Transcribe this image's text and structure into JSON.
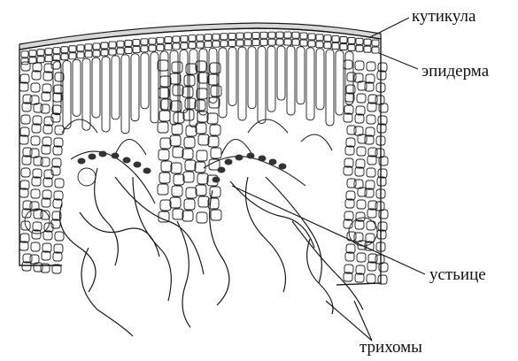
{
  "diagram": {
    "labels": {
      "cuticle": "кутикула",
      "epidermis": "эпидерма",
      "stomata": "устьице",
      "trichomes": "трихомы"
    },
    "colors": {
      "line": "#1a1a1a",
      "cuticle_fill": "#d8d8d8",
      "dots": "#333333",
      "background": "#ffffff"
    }
  }
}
